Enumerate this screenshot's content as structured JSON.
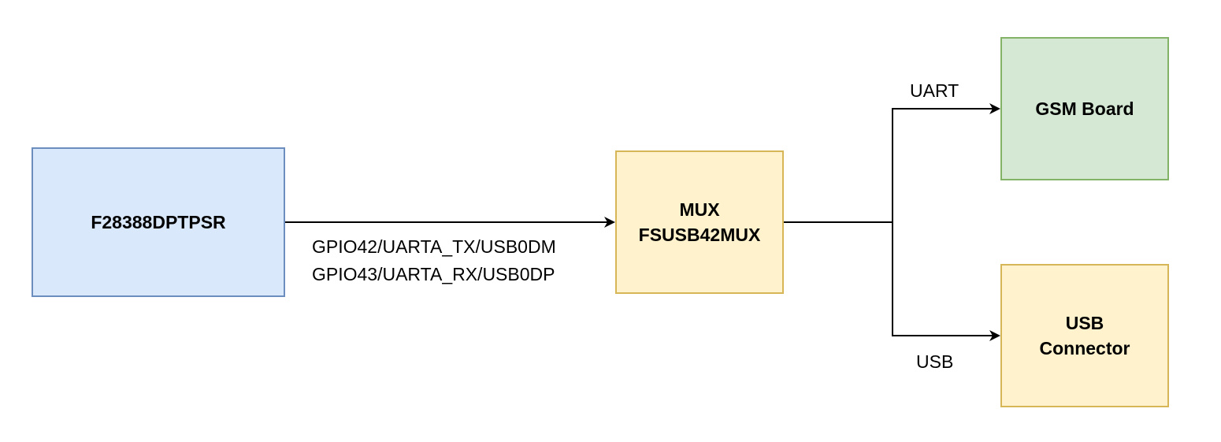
{
  "diagram": {
    "blocks": {
      "mcu": {
        "line1": "F28388DPTPSR",
        "fill": "#dae8fc",
        "stroke": "#6c8ebf"
      },
      "mux": {
        "line1": "MUX",
        "line2": "FSUSB42MUX",
        "fill": "#fff2cc",
        "stroke": "#d6b656"
      },
      "gsm": {
        "line1": "GSM Board",
        "fill": "#d5e8d4",
        "stroke": "#82b366"
      },
      "usb": {
        "line1": "USB",
        "line2": "Connector",
        "fill": "#fff2cc",
        "stroke": "#d6b656"
      }
    },
    "labels": {
      "gpio42": "GPIO42/UARTA_TX/USB0DM",
      "gpio43": "GPIO43/UARTA_RX/USB0DP",
      "uart": "UART",
      "usb": "USB"
    }
  }
}
